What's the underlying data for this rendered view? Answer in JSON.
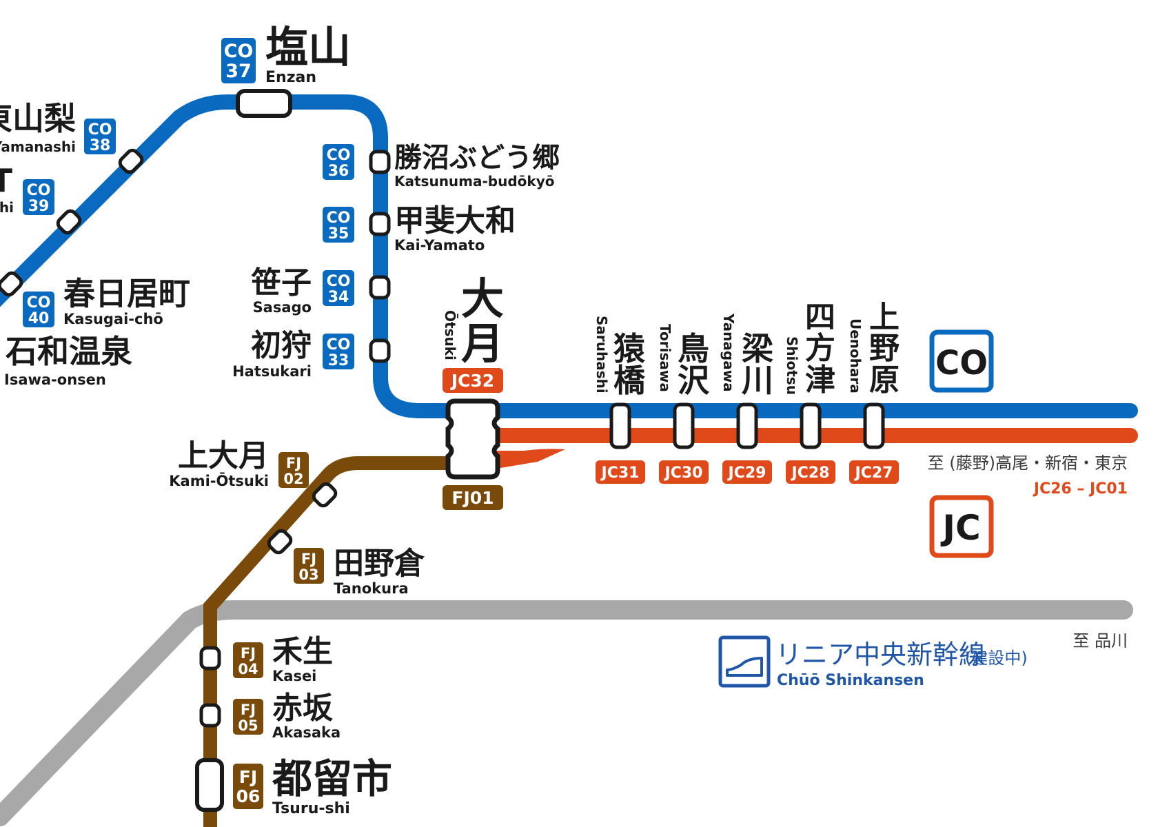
{
  "colors": {
    "chuo_line": "#0a6abf",
    "jc_line": "#e04a1b",
    "fuji_line": "#7a4a0a",
    "shinkansen": "#a8a8a8",
    "shinkansen_icon": "#1f56a8",
    "station_fill": "#ffffff",
    "station_stroke": "#1a1a1a"
  },
  "lines": {
    "co_logo": "CO",
    "jc_logo": "JC",
    "shinkansen_name": "リニア中央新幹線",
    "shinkansen_suffix": "(建設中)",
    "shinkansen_romaji": "Chūō Shinkansen"
  },
  "directions": {
    "east_jp": "至 (藤野)高尾・新宿・東京",
    "east_codes": "JC26 – JC01",
    "shinagawa": "至 品川"
  },
  "main_station": {
    "name_jp": "大月",
    "romaji": "Ōtsuki",
    "code_jc": "JC32",
    "code_fj": "FJ01"
  },
  "chuo_stations": [
    {
      "code1": "CO",
      "code2": "37",
      "jp": "塩山",
      "en": "Enzan"
    },
    {
      "code1": "CO",
      "code2": "38",
      "jp": "東山梨",
      "en": "-Yamanashi"
    },
    {
      "code1": "CO",
      "code2": "39",
      "jp": "T",
      "en": "hi"
    },
    {
      "code1": "CO",
      "code2": "40",
      "jp": "春日居町",
      "en": "Kasugai-chō"
    },
    {
      "code1": "",
      "code2": "",
      "jp": "石和温泉",
      "en": "Isawa-onsen"
    },
    {
      "code1": "CO",
      "code2": "36",
      "jp": "勝沼ぶどう郷",
      "en": "Katsunuma-budōkyō"
    },
    {
      "code1": "CO",
      "code2": "35",
      "jp": "甲斐大和",
      "en": "Kai-Yamato"
    },
    {
      "code1": "CO",
      "code2": "34",
      "jp": "笹子",
      "en": "Sasago"
    },
    {
      "code1": "CO",
      "code2": "33",
      "jp": "初狩",
      "en": "Hatsukari"
    }
  ],
  "jc_stations": [
    {
      "code": "JC31",
      "jp1": "猿",
      "jp2": "橋",
      "jp3": "",
      "en": "Saruhashi"
    },
    {
      "code": "JC30",
      "jp1": "鳥",
      "jp2": "沢",
      "jp3": "",
      "en": "Torisawa"
    },
    {
      "code": "JC29",
      "jp1": "梁",
      "jp2": "川",
      "jp3": "",
      "en": "Yanagawa"
    },
    {
      "code": "JC28",
      "jp1": "四",
      "jp2": "方",
      "jp3": "津",
      "en": "Shiotsu"
    },
    {
      "code": "JC27",
      "jp1": "上",
      "jp2": "野",
      "jp3": "原",
      "en": "Uenohara"
    }
  ],
  "fuji_stations": [
    {
      "code1": "FJ",
      "code2": "02",
      "jp": "上大月",
      "en": "Kami-Ōtsuki"
    },
    {
      "code1": "FJ",
      "code2": "03",
      "jp": "田野倉",
      "en": "Tanokura"
    },
    {
      "code1": "FJ",
      "code2": "04",
      "jp": "禾生",
      "en": "Kasei"
    },
    {
      "code1": "FJ",
      "code2": "05",
      "jp": "赤坂",
      "en": "Akasaka"
    },
    {
      "code1": "FJ",
      "code2": "06",
      "jp": "都留市",
      "en": "Tsuru-shi"
    }
  ]
}
